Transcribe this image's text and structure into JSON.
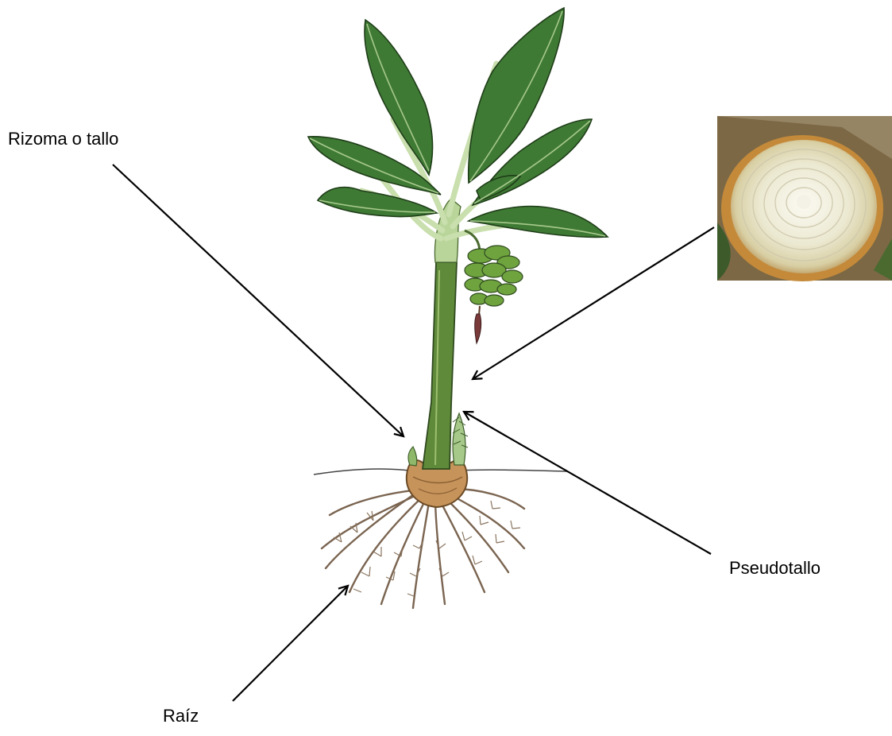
{
  "labels": {
    "rizoma": "Rizoma o tallo",
    "pseudotallo": "Pseudotallo",
    "raiz": "Raíz"
  },
  "colors": {
    "leaf": "#3f7a35",
    "leaf_dark": "#2e5e27",
    "petiole": "#c9dfae",
    "pseudostem": "#5f8a3a",
    "corm": "#c6935a",
    "root": "#7a6450",
    "arrow": "#000000",
    "bunch": "#6ea33e"
  },
  "icons": {
    "plant": "banana-plant-illustration",
    "photo": "pseudostem-cross-section-photo"
  }
}
